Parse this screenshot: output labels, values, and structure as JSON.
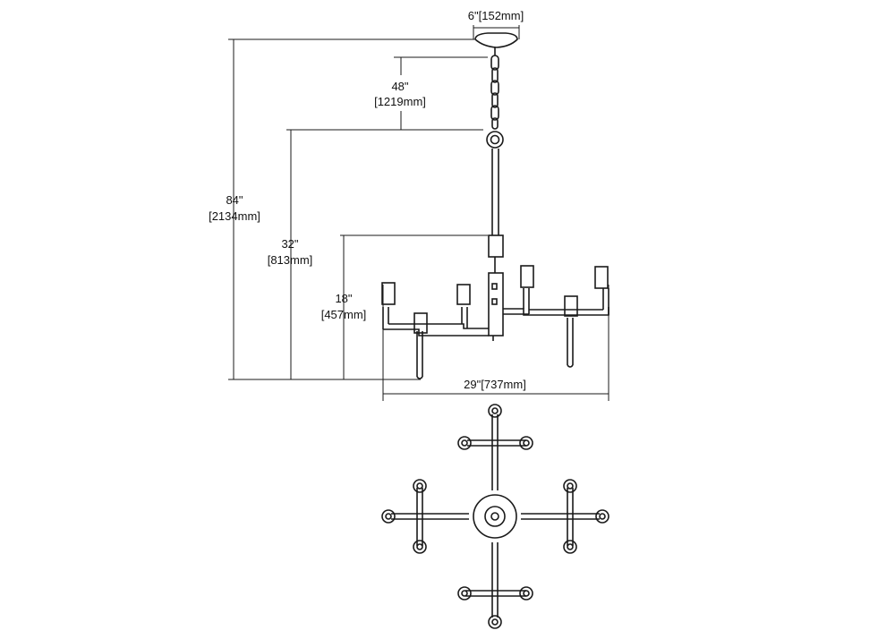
{
  "dimensions": {
    "canopy_width": "6\"[152mm]",
    "chain_length_in": "48\"",
    "chain_length_mm": "[1219mm]",
    "overall_height_in": "84\"",
    "overall_height_mm": "[2134mm]",
    "fixture_height_in": "32\"",
    "fixture_height_mm": "[813mm]",
    "body_height_in": "18\"",
    "body_height_mm": "[457mm]",
    "overall_width": "29\"[737mm]"
  },
  "colors": {
    "line": "#1a1a1a",
    "background": "#ffffff"
  }
}
